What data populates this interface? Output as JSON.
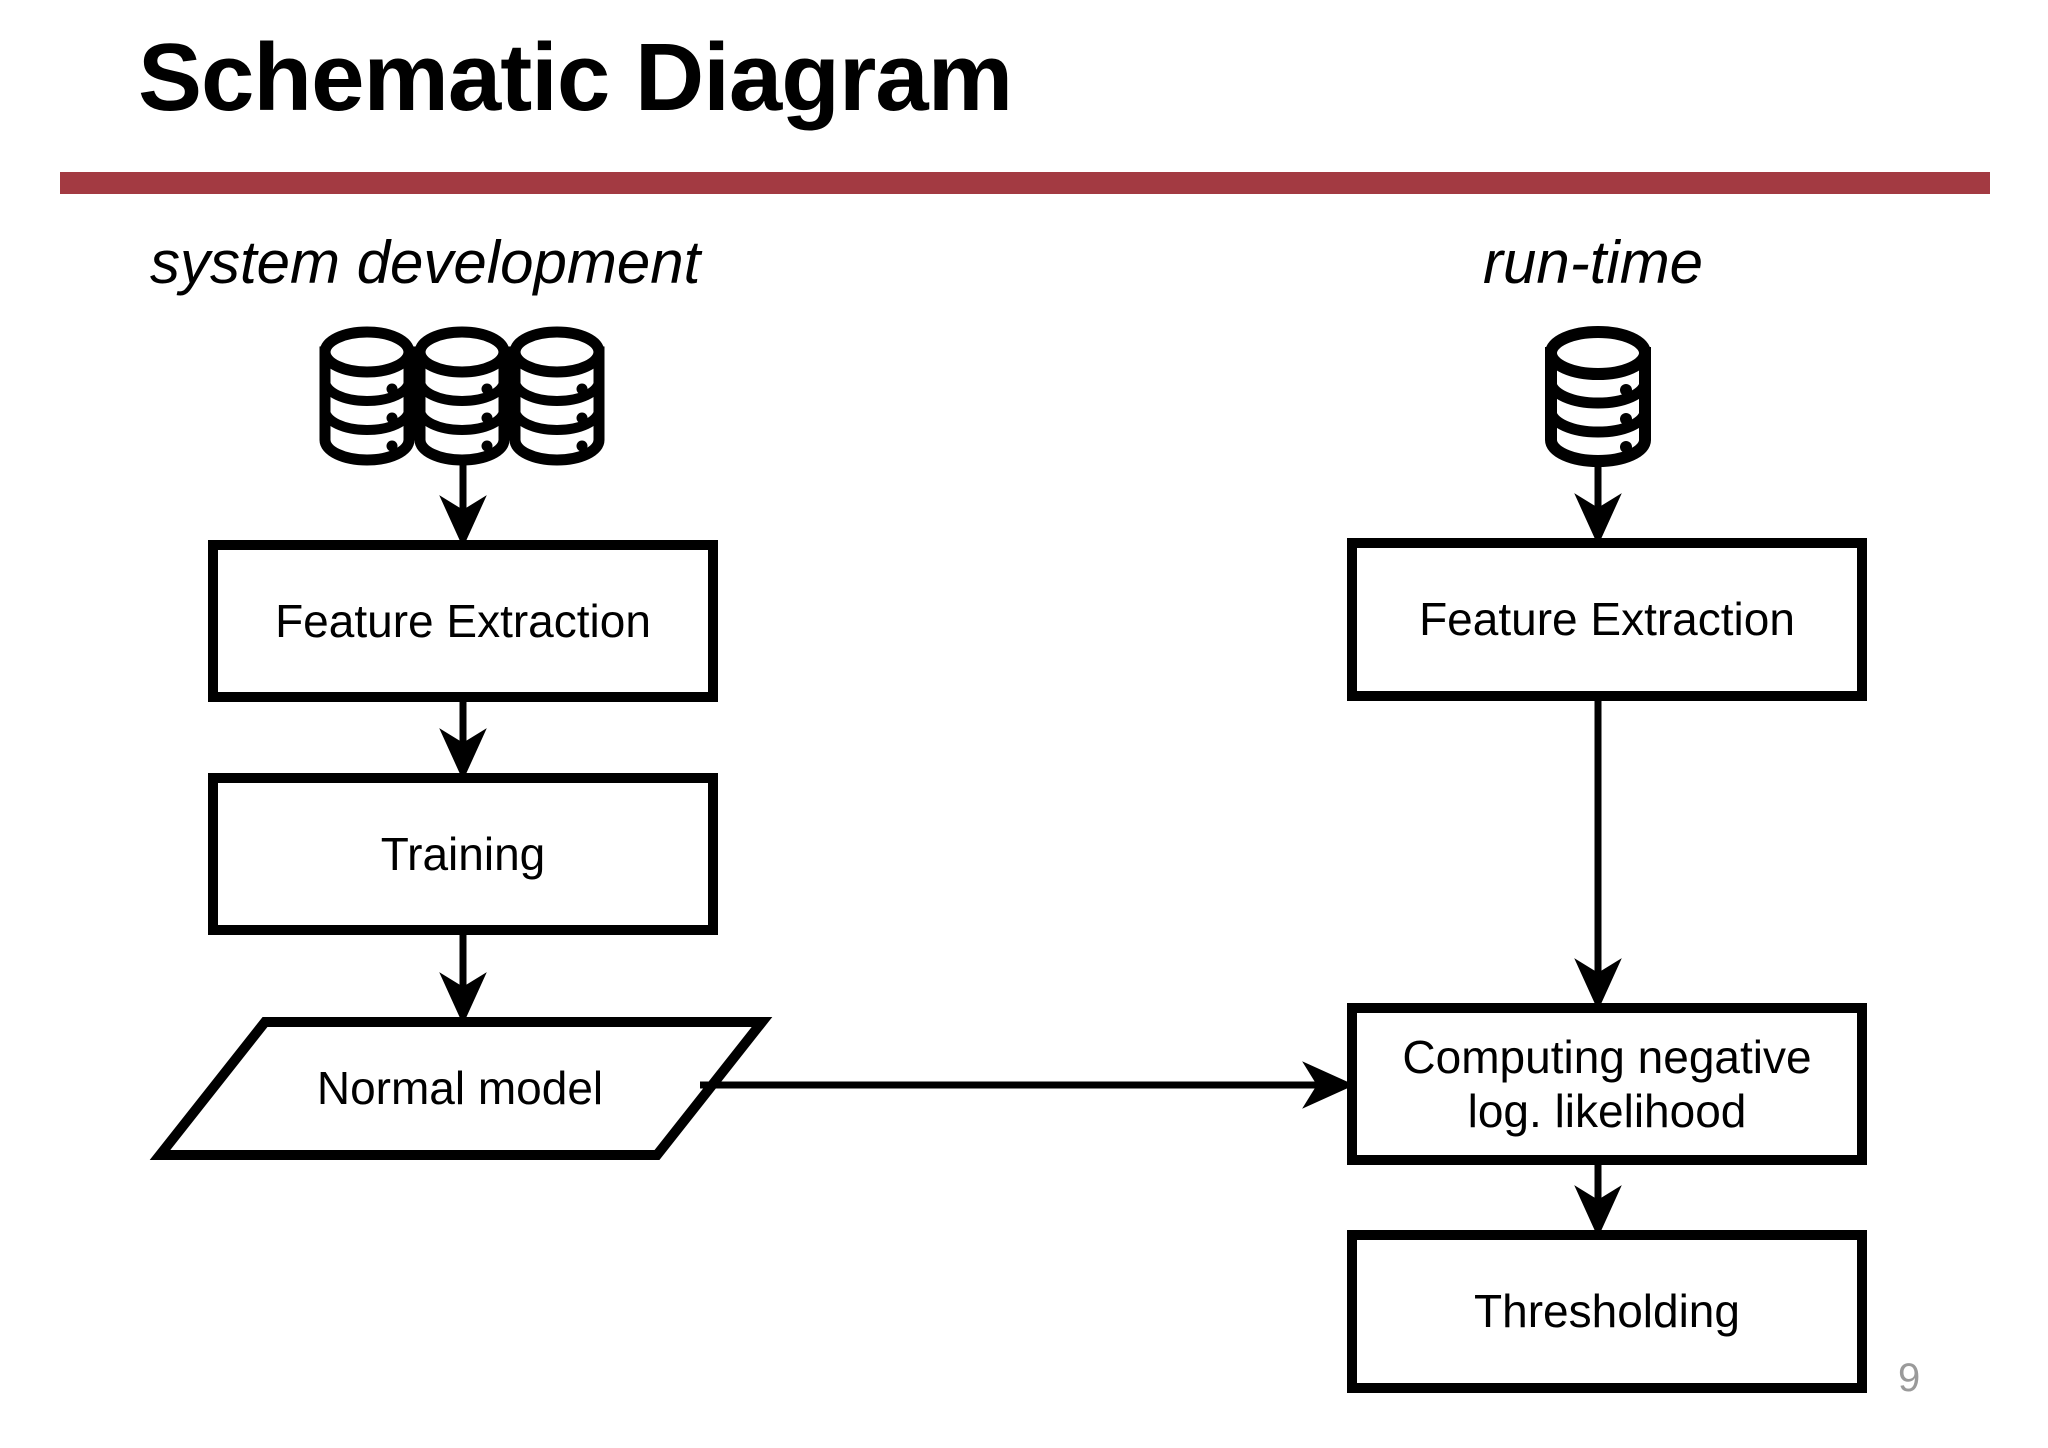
{
  "slide": {
    "title": "Schematic Diagram",
    "page_number": "9",
    "accent_color": "#a33a42",
    "line_color": "#000000",
    "background": "#ffffff",
    "page_number_color": "#9a9a9a"
  },
  "columns": {
    "left_caption": "system development",
    "right_caption": "run-time"
  },
  "nodes": {
    "db_group_left": {
      "icon": "database-stack-icon",
      "count": 3,
      "label": ""
    },
    "db_right": {
      "icon": "database-icon",
      "count": 1,
      "label": ""
    },
    "feature_extraction_left": {
      "label": "Feature Extraction",
      "shape": "rectangle"
    },
    "training": {
      "label": "Training",
      "shape": "rectangle"
    },
    "normal_model": {
      "label": "Normal model",
      "shape": "parallelogram"
    },
    "feature_extraction_right": {
      "label": "Feature Extraction",
      "shape": "rectangle"
    },
    "negative_log_likelihood": {
      "label_line1": "Computing negative",
      "label_line2": "log. likelihood",
      "shape": "rectangle"
    },
    "thresholding": {
      "label": "Thresholding",
      "shape": "rectangle"
    }
  },
  "edges": [
    {
      "name": "db-group-to-feature-extraction-left",
      "from": "db_group_left",
      "to": "feature_extraction_left",
      "direction": "down"
    },
    {
      "name": "feature-extraction-left-to-training",
      "from": "feature_extraction_left",
      "to": "training",
      "direction": "down"
    },
    {
      "name": "training-to-normal-model",
      "from": "training",
      "to": "normal_model",
      "direction": "down"
    },
    {
      "name": "normal-model-to-negative-log-likelihood",
      "from": "normal_model",
      "to": "negative_log_likelihood",
      "direction": "right"
    },
    {
      "name": "db-right-to-feature-extraction-right",
      "from": "db_right",
      "to": "feature_extraction_right",
      "direction": "down"
    },
    {
      "name": "feature-extraction-right-to-negative-log-likelihood",
      "from": "feature_extraction_right",
      "to": "negative_log_likelihood",
      "direction": "down"
    },
    {
      "name": "negative-log-likelihood-to-thresholding",
      "from": "negative_log_likelihood",
      "to": "thresholding",
      "direction": "down"
    }
  ]
}
